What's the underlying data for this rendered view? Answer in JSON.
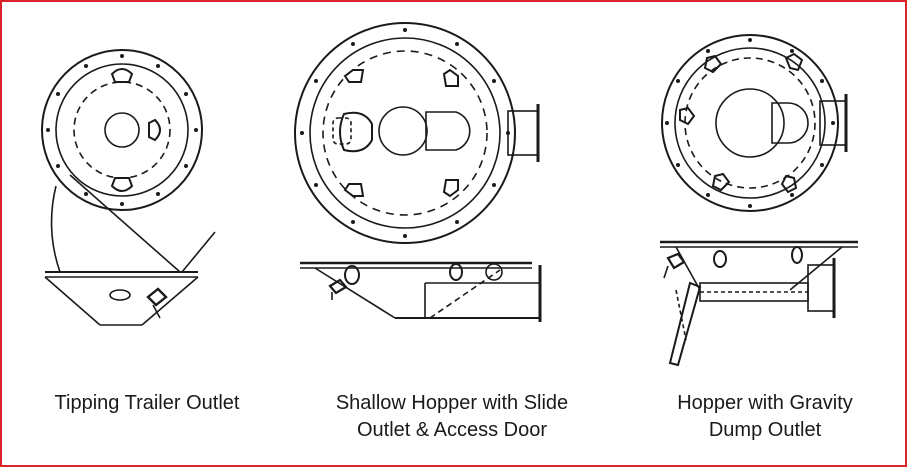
{
  "frame": {
    "border_color": "#d8232a"
  },
  "captions": [
    {
      "lines": [
        "Tipping Trailer Outlet"
      ]
    },
    {
      "lines": [
        "Shallow Hopper with Slide",
        "Outlet & Access Door"
      ]
    },
    {
      "lines": [
        "Hopper with Gravity",
        "Dump Outlet"
      ]
    }
  ]
}
